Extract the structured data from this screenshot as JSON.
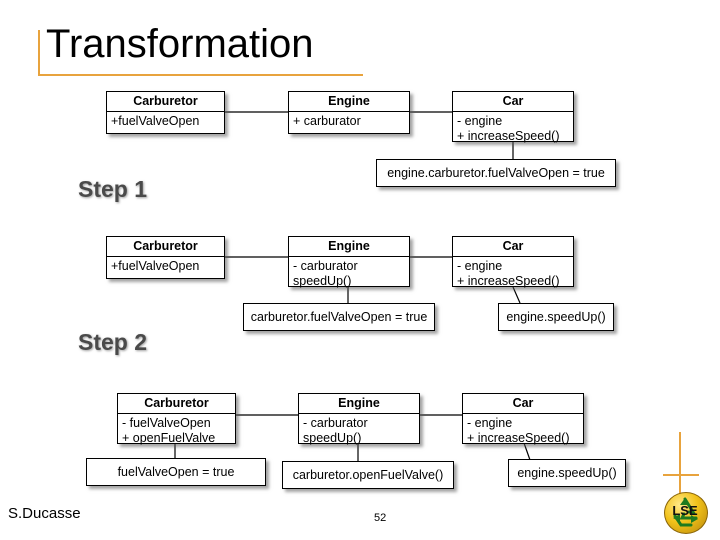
{
  "slide": {
    "title": "Transformation",
    "author": "S.Ducasse",
    "page_number": "52",
    "accent_color": "#E8A33D"
  },
  "steps": [
    {
      "label": "Step 1"
    },
    {
      "label": "Step 2"
    }
  ],
  "rows": [
    {
      "id": "row-1",
      "classes": [
        {
          "name": "Carburetor",
          "members": [
            "+fuelValveOpen"
          ]
        },
        {
          "name": "Engine",
          "members": [
            "+ carburator"
          ]
        },
        {
          "name": "Car",
          "members": [
            "- engine",
            "+ increaseSpeed()"
          ]
        }
      ],
      "notes": [
        {
          "text": "engine.carburetor.fuelValveOpen = true"
        }
      ]
    },
    {
      "id": "row-2",
      "classes": [
        {
          "name": "Carburetor",
          "members": [
            "+fuelValveOpen"
          ]
        },
        {
          "name": "Engine",
          "members": [
            "- carburator",
            "speedUp()"
          ]
        },
        {
          "name": "Car",
          "members": [
            "- engine",
            "+ increaseSpeed()"
          ]
        }
      ],
      "notes": [
        {
          "text": "carburetor.fuelValveOpen = true"
        },
        {
          "text": "engine.speedUp()"
        }
      ]
    },
    {
      "id": "row-3",
      "classes": [
        {
          "name": "Carburetor",
          "members": [
            "- fuelValveOpen",
            "+ openFuelValve"
          ]
        },
        {
          "name": "Engine",
          "members": [
            "- carburator",
            "speedUp()"
          ]
        },
        {
          "name": "Car",
          "members": [
            "- engine",
            "+ increaseSpeed()"
          ]
        }
      ],
      "notes": [
        {
          "text": "fuelValveOpen = true"
        },
        {
          "text": "carburetor.openFuelValve()"
        },
        {
          "text": "engine.speedUp()"
        }
      ]
    }
  ],
  "logo": {
    "text": "LSE",
    "icon": "recycle-icon"
  }
}
